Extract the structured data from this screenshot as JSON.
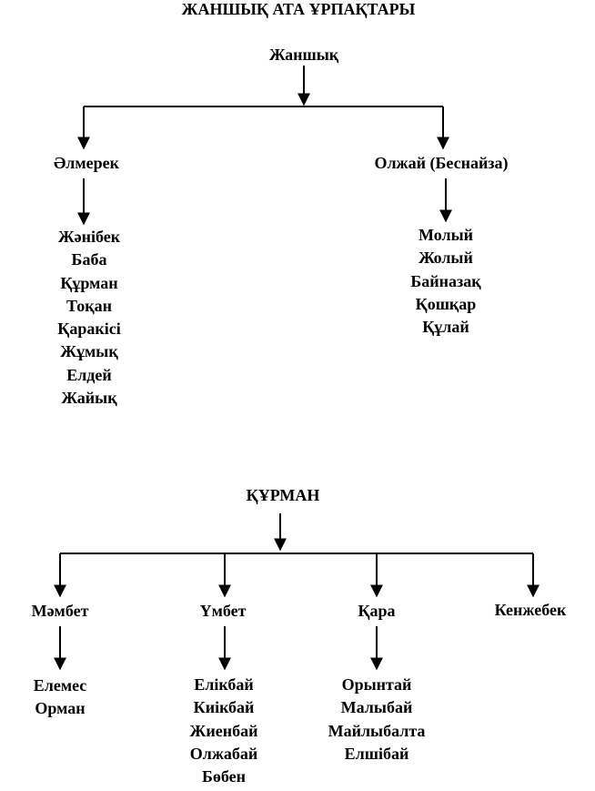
{
  "title": "ЖАНШЫҚ АТА ҰРПАҚТАРЫ",
  "tree1": {
    "root": "Жаншық",
    "children": [
      {
        "name": "Әлмерек",
        "descendants": [
          "Жәнібек",
          "Баба",
          "Құрман",
          "Тоқан",
          "Қаракісі",
          "Жұмық",
          "Елдей",
          "Жайық"
        ]
      },
      {
        "name": "Олжай (Беснайза)",
        "descendants": [
          "Молый",
          "Жолый",
          "Байназақ",
          "Қошқар",
          "Құлай"
        ]
      }
    ]
  },
  "tree2": {
    "root": "ҚҰРМАН",
    "children": [
      {
        "name": "Мәмбет",
        "descendants": [
          "Елемес",
          "Орман"
        ]
      },
      {
        "name": "Үмбет",
        "descendants": [
          "Елікбай",
          "Киікбай",
          "Жиенбай",
          "Олжабай",
          "Бөбен"
        ]
      },
      {
        "name": "Қара",
        "descendants": [
          "Орынтай",
          "Малыбай",
          "Майлыбалта",
          "Елшібай"
        ]
      },
      {
        "name": "Кенжебек",
        "descendants": []
      }
    ]
  }
}
